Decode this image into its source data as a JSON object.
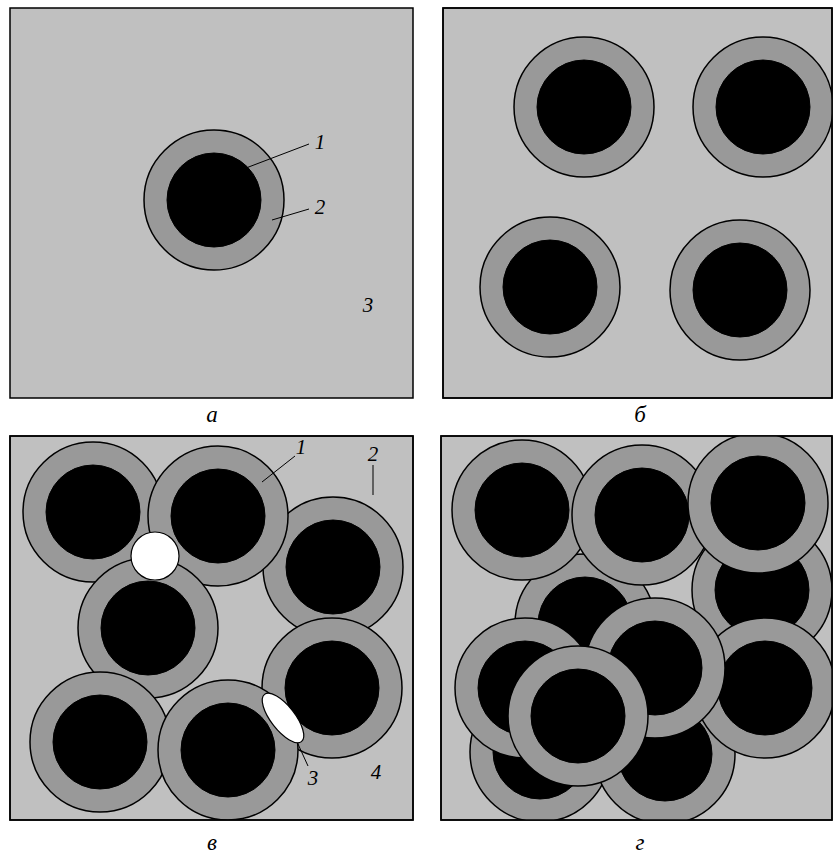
{
  "diagram": {
    "labels": [
      "1",
      "2",
      "3",
      "а",
      "б",
      "1",
      "2",
      "3",
      "4",
      "в",
      "г"
    ]
  }
}
